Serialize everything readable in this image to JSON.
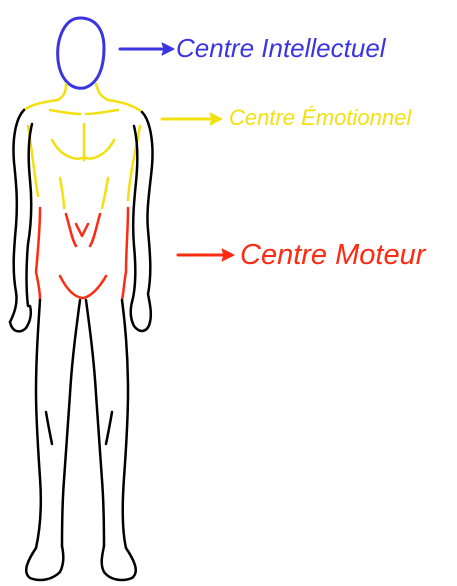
{
  "centers": [
    {
      "id": "intellect",
      "label": "Centre Intellectuel",
      "color": "#3a35e0"
    },
    {
      "id": "emotion",
      "label": "Centre Émotionnel",
      "color": "#f2e010"
    },
    {
      "id": "motor",
      "label": "Centre Moteur",
      "color": "#ff2a12"
    }
  ],
  "outline_color": "#000000"
}
